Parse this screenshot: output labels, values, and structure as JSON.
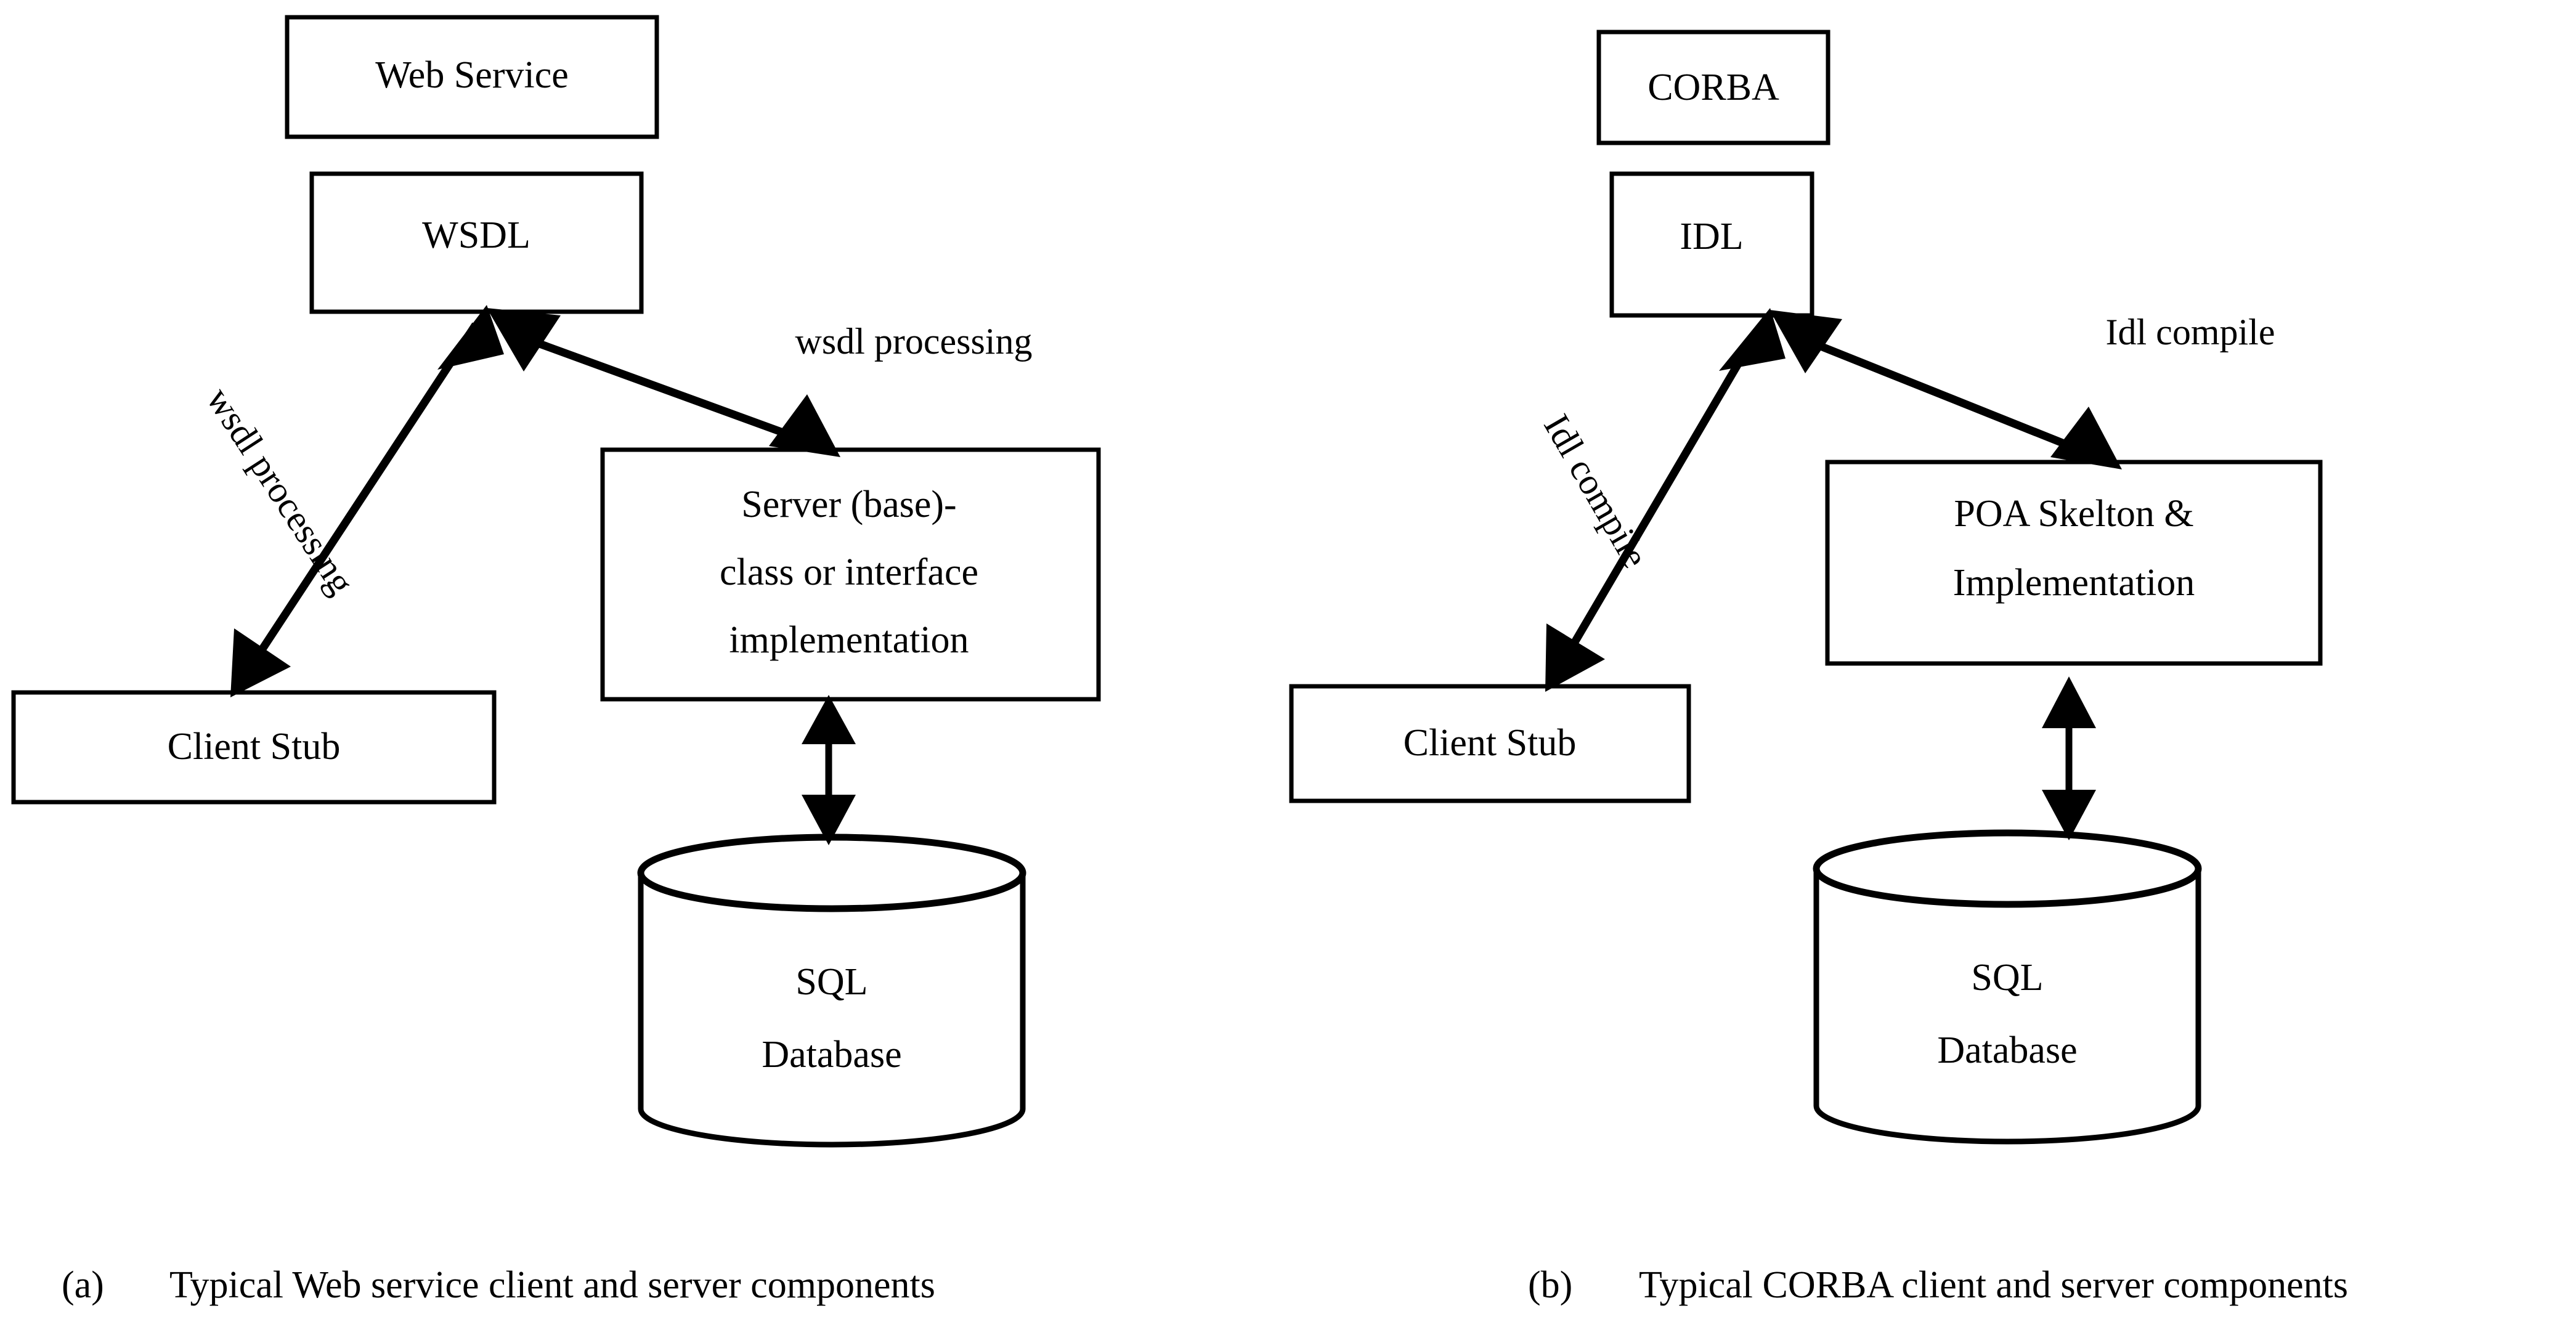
{
  "figure": {
    "title": "Typical Web service and CORBA client/server component diagrams",
    "background_color": "#ffffff",
    "stroke_color": "#000000"
  },
  "panels": [
    {
      "id": "a",
      "caption_marker": "(a)",
      "caption_text": "Typical Web service client and server components",
      "nodes": {
        "top": "Web Service",
        "interface": "WSDL",
        "client": "Client Stub",
        "server_line_1": "Server (base)-",
        "server_line_2": "class or interface",
        "server_line_3": "implementation",
        "database_line_1": "SQL",
        "database_line_2": "Database"
      },
      "edges": {
        "left_label": "wsdl processing",
        "right_label": "wsdl processing"
      }
    },
    {
      "id": "b",
      "caption_marker": "(b)",
      "caption_text": "Typical CORBA client and server components",
      "nodes": {
        "top": "CORBA",
        "interface": "IDL",
        "client": "Client Stub",
        "server_line_1": "POA Skelton &",
        "server_line_2": "Implementation",
        "database_line_1": "SQL",
        "database_line_2": "Database"
      },
      "edges": {
        "left_label": "Idl compile",
        "right_label": "Idl compile"
      }
    }
  ]
}
